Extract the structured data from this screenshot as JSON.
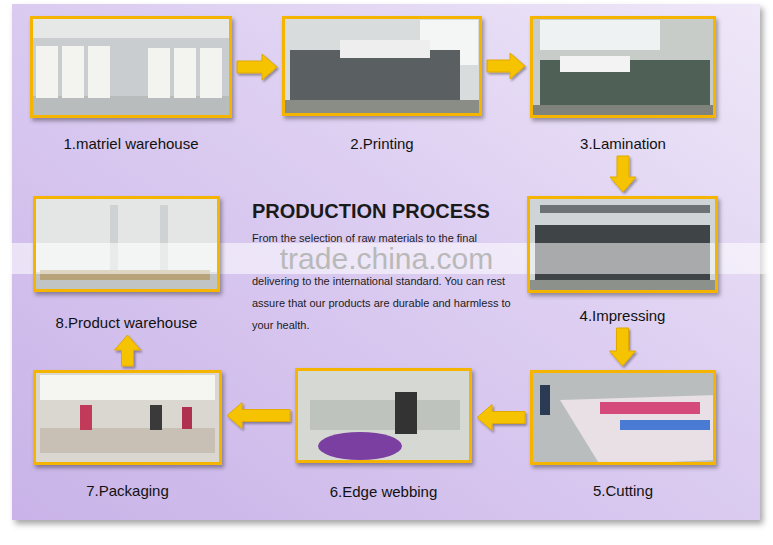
{
  "diagram": {
    "title": "PRODUCTION PROCESS",
    "nodes": [
      {
        "text": [
          "1.matriel warehouse"
        ]
      },
      {
        "text": [
          "2.Printing"
        ]
      },
      {
        "text": [
          "3.Lamination"
        ]
      },
      {
        "text": [
          "4.Impressing"
        ]
      },
      {
        "text": [
          "5.Cutting"
        ]
      },
      {
        "text": [
          "6.Edge webbing"
        ]
      },
      {
        "text": [
          "7.Packaging"
        ]
      },
      {
        "text": [
          "8.Product warehouse"
        ]
      }
    ],
    "edges": [
      {
        "from": 0,
        "to": 1,
        "arrow": "to"
      },
      {
        "from": 1,
        "to": 2,
        "arrow": "to"
      },
      {
        "from": 2,
        "to": 3,
        "arrow": "to"
      },
      {
        "from": 3,
        "to": 4,
        "arrow": "to"
      },
      {
        "from": 4,
        "to": 5,
        "arrow": "to"
      },
      {
        "from": 5,
        "to": 6,
        "arrow": "to"
      },
      {
        "from": 6,
        "to": 7,
        "arrow": "to"
      }
    ],
    "labels": [
      "From the selection of raw materials to the final",
      "trade.china.com",
      "delivering to the international standard. You can rest assure that our products are durable and harmless to your health."
    ]
  }
}
